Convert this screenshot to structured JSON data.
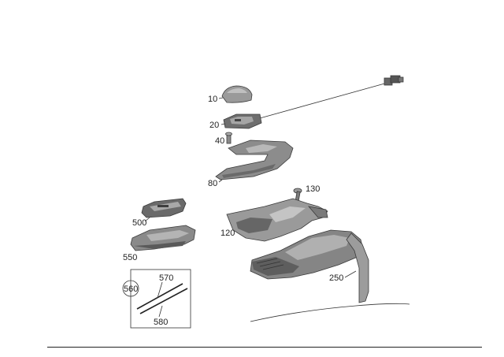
{
  "diagram": {
    "part_labels": {
      "p10": "10",
      "p20": "20",
      "p40": "40",
      "p80": "80",
      "p130": "130",
      "p120": "120",
      "p250": "250",
      "p500": "500",
      "p550": "550",
      "p560": "560",
      "p570": "570",
      "p580": "580"
    }
  },
  "colors": {
    "part_fill": "#8a8a8a",
    "part_light": "#b5b5b5",
    "part_dark": "#555555",
    "line": "#333333",
    "background": "#ffffff"
  }
}
